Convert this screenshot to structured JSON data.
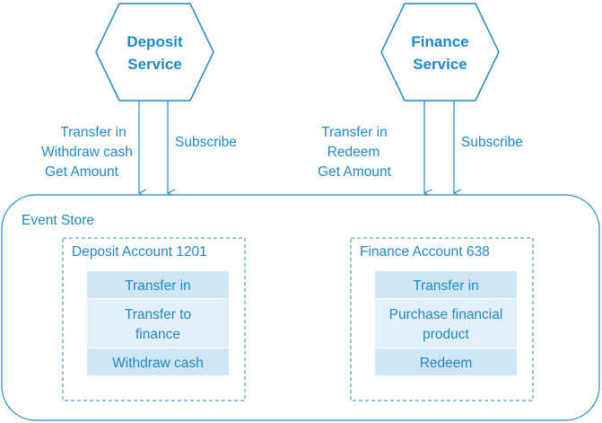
{
  "services": [
    {
      "line1": "Deposit",
      "line2": "Service"
    },
    {
      "line1": "Finance",
      "line2": "Service"
    }
  ],
  "connections": [
    {
      "commands": [
        "Transfer in",
        "Withdraw cash",
        "Get Amount"
      ],
      "subscribe": "Subscribe"
    },
    {
      "commands": [
        "Transfer in",
        "Redeem",
        "Get Amount"
      ],
      "subscribe": "Subscribe"
    }
  ],
  "event_store": {
    "title": "Event Store",
    "accounts": [
      {
        "title": "Deposit Account 1201",
        "events": [
          [
            "Transfer in"
          ],
          [
            "Transfer to",
            "finance"
          ],
          [
            "Withdraw cash"
          ]
        ]
      },
      {
        "title": "Finance Account 638",
        "events": [
          [
            "Transfer in"
          ],
          [
            "Purchase financial",
            "product"
          ],
          [
            "Redeem"
          ]
        ]
      }
    ]
  },
  "colors": {
    "stroke": "#1f88c8",
    "text": "#1f88c8",
    "event_fill_dark": "#cfe6f5",
    "event_fill_light": "#e3f0f9"
  }
}
